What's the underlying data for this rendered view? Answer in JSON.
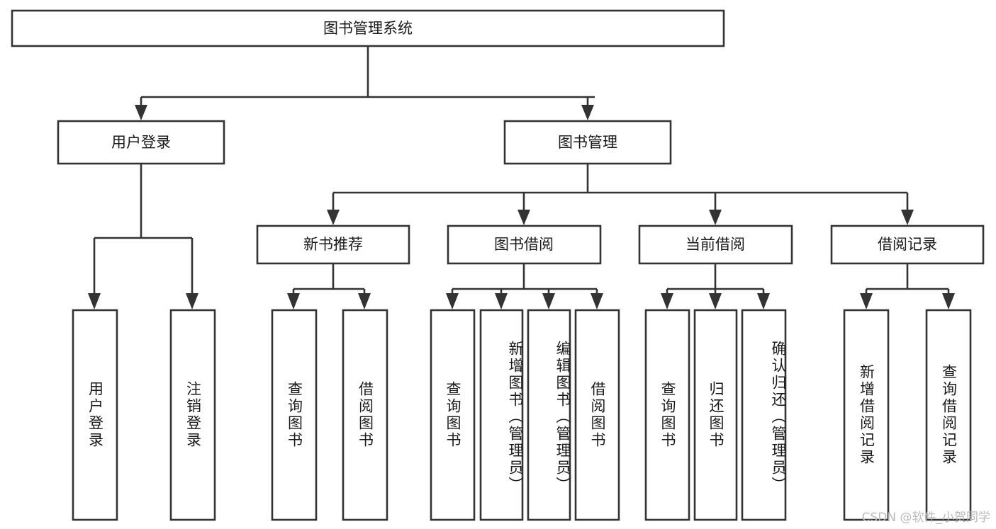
{
  "diagram": {
    "title": "图书管理系统",
    "type": "tree",
    "orientation": "top-down",
    "colors": {
      "box_fill": "#ffffff",
      "box_stroke": "#333333",
      "text": "#1a1a1a",
      "background": "#ffffff",
      "watermark": "#bbbbbb"
    },
    "root": {
      "label": "图书管理系统"
    },
    "level2": [
      {
        "label": "用户登录"
      },
      {
        "label": "图书管理"
      }
    ],
    "level3": [
      {
        "label": "新书推荐"
      },
      {
        "label": "图书借阅"
      },
      {
        "label": "当前借阅"
      },
      {
        "label": "借阅记录"
      }
    ],
    "leaves": [
      {
        "label": "用户登录",
        "parent": "用户登录"
      },
      {
        "label": "注销登录",
        "parent": "用户登录"
      },
      {
        "label": "查询图书",
        "parent": "新书推荐"
      },
      {
        "label": "借阅图书",
        "parent": "新书推荐"
      },
      {
        "label": "查询图书",
        "parent": "图书借阅"
      },
      {
        "label": "新增图书（管理员）",
        "parent": "图书借阅"
      },
      {
        "label": "编辑图书（管理员）",
        "parent": "图书借阅"
      },
      {
        "label": "借阅图书",
        "parent": "图书借阅"
      },
      {
        "label": "查询图书",
        "parent": "当前借阅"
      },
      {
        "label": "归还图书",
        "parent": "当前借阅"
      },
      {
        "label": "确认归还（管理员）",
        "parent": "当前借阅"
      },
      {
        "label": "新增借阅记录",
        "parent": "借阅记录"
      },
      {
        "label": "查询借阅记录",
        "parent": "借阅记录"
      }
    ]
  },
  "watermark": {
    "text": "CSDN @软件_小贺同学"
  }
}
